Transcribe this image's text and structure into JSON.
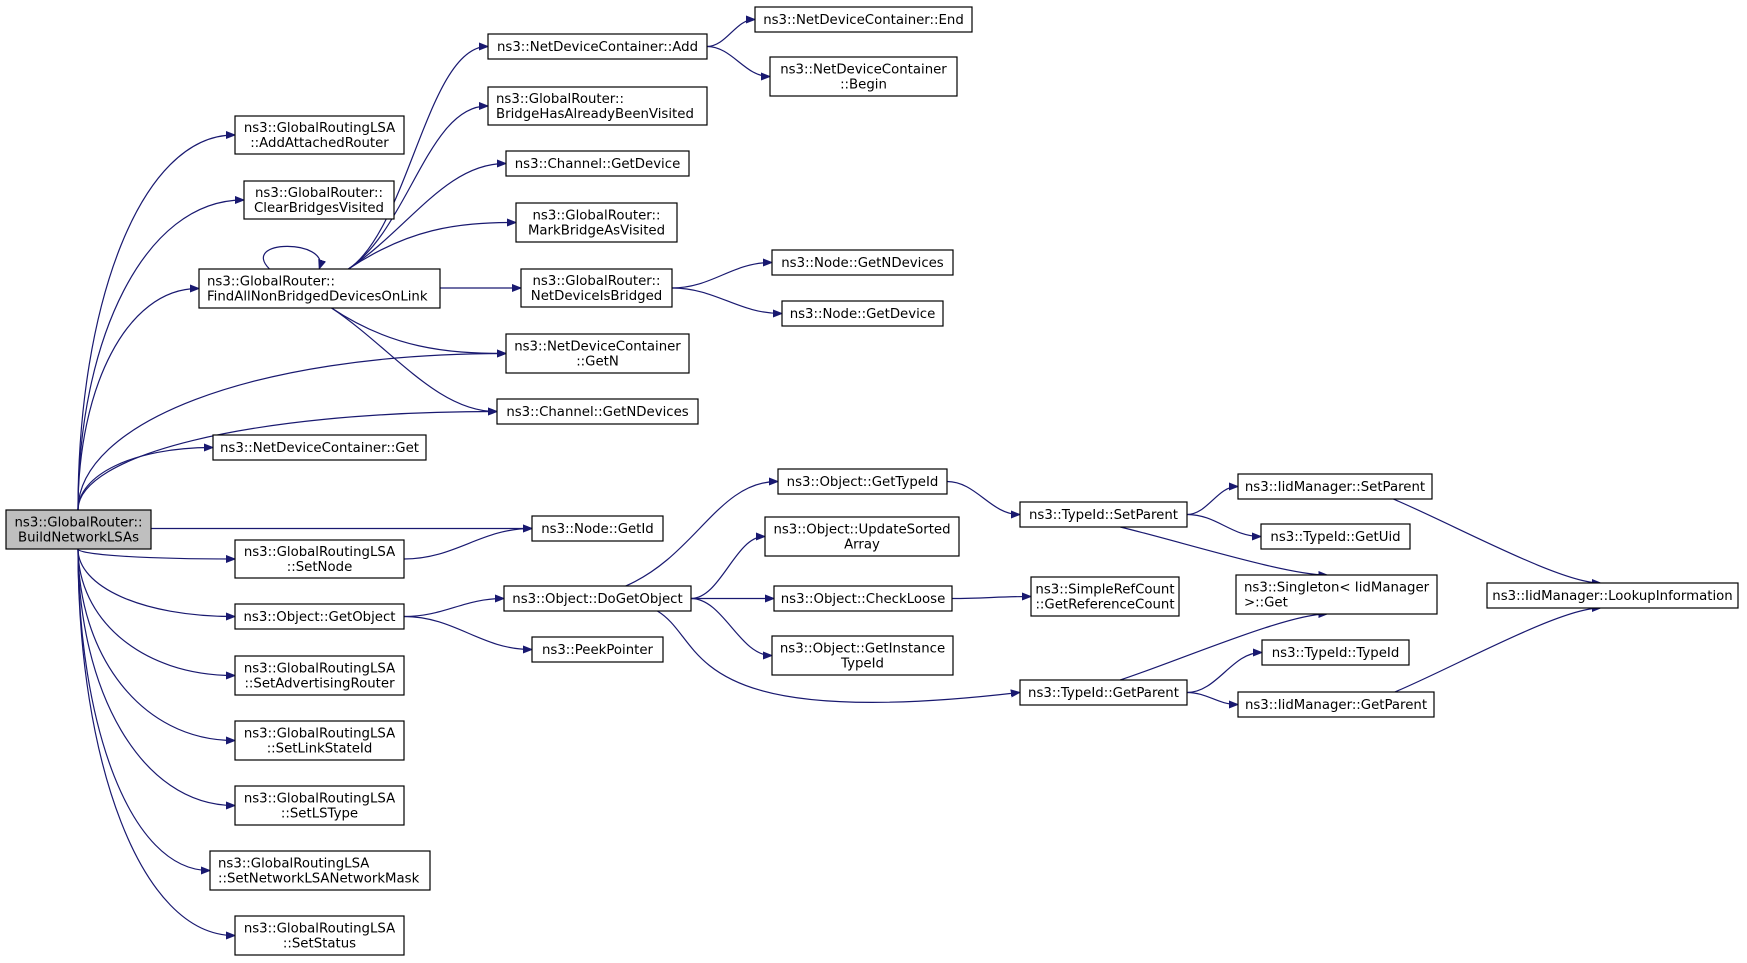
{
  "graph": {
    "colors": {
      "edge": "#191970",
      "node_fill": "#ffffff",
      "root_fill": "#bfbfbf",
      "border": "#000000"
    },
    "nodes": [
      {
        "id": "root",
        "lines": [
          "ns3::GlobalRouter::",
          "BuildNetworkLSAs"
        ],
        "root": true
      },
      {
        "id": "addAttachedRouter",
        "lines": [
          "ns3::GlobalRoutingLSA",
          "::AddAttachedRouter"
        ]
      },
      {
        "id": "clearBridgesVisited",
        "lines": [
          "ns3::GlobalRouter::",
          "ClearBridgesVisited"
        ]
      },
      {
        "id": "findAll",
        "lines": [
          "ns3::GlobalRouter::",
          "FindAllNonBridgedDevicesOnLink"
        ]
      },
      {
        "id": "ndcGet",
        "lines": [
          "ns3::NetDeviceContainer::Get"
        ]
      },
      {
        "id": "setNode",
        "lines": [
          "ns3::GlobalRoutingLSA",
          "::SetNode"
        ]
      },
      {
        "id": "getObject",
        "lines": [
          "ns3::Object::GetObject"
        ]
      },
      {
        "id": "setAdvRouter",
        "lines": [
          "ns3::GlobalRoutingLSA",
          "::SetAdvertisingRouter"
        ]
      },
      {
        "id": "setLinkStateId",
        "lines": [
          "ns3::GlobalRoutingLSA",
          "::SetLinkStateId"
        ]
      },
      {
        "id": "setLSType",
        "lines": [
          "ns3::GlobalRoutingLSA",
          "::SetLSType"
        ]
      },
      {
        "id": "setNetMask",
        "lines": [
          "ns3::GlobalRoutingLSA",
          "::SetNetworkLSANetworkMask"
        ]
      },
      {
        "id": "setStatus",
        "lines": [
          "ns3::GlobalRoutingLSA",
          "::SetStatus"
        ]
      },
      {
        "id": "ndcAdd",
        "lines": [
          "ns3::NetDeviceContainer::Add"
        ]
      },
      {
        "id": "bridgeVisited",
        "lines": [
          "ns3::GlobalRouter::",
          "BridgeHasAlreadyBeenVisited"
        ]
      },
      {
        "id": "chanGetDevice",
        "lines": [
          "ns3::Channel::GetDevice"
        ]
      },
      {
        "id": "markBridge",
        "lines": [
          "ns3::GlobalRouter::",
          "MarkBridgeAsVisited"
        ]
      },
      {
        "id": "netDevBridged",
        "lines": [
          "ns3::GlobalRouter::",
          "NetDeviceIsBridged"
        ]
      },
      {
        "id": "ndcGetN",
        "lines": [
          "ns3::NetDeviceContainer",
          "::GetN"
        ]
      },
      {
        "id": "chanGetNDevices",
        "lines": [
          "ns3::Channel::GetNDevices"
        ]
      },
      {
        "id": "nodeGetId",
        "lines": [
          "ns3::Node::GetId"
        ]
      },
      {
        "id": "doGetObject",
        "lines": [
          "ns3::Object::DoGetObject"
        ]
      },
      {
        "id": "peekPointer",
        "lines": [
          "ns3::PeekPointer"
        ]
      },
      {
        "id": "ndcEnd",
        "lines": [
          "ns3::NetDeviceContainer::End"
        ]
      },
      {
        "id": "ndcBegin",
        "lines": [
          "ns3::NetDeviceContainer",
          "::Begin"
        ]
      },
      {
        "id": "nodeGetNDevices",
        "lines": [
          "ns3::Node::GetNDevices"
        ]
      },
      {
        "id": "nodeGetDevice",
        "lines": [
          "ns3::Node::GetDevice"
        ]
      },
      {
        "id": "objGetTypeId",
        "lines": [
          "ns3::Object::GetTypeId"
        ]
      },
      {
        "id": "objUpdateSorted",
        "lines": [
          "ns3::Object::UpdateSorted",
          "Array"
        ]
      },
      {
        "id": "objCheckLoose",
        "lines": [
          "ns3::Object::CheckLoose"
        ]
      },
      {
        "id": "objGetInstance",
        "lines": [
          "ns3::Object::GetInstance",
          "TypeId"
        ]
      },
      {
        "id": "typeIdSetParent",
        "lines": [
          "ns3::TypeId::SetParent"
        ]
      },
      {
        "id": "typeIdGetParent",
        "lines": [
          "ns3::TypeId::GetParent"
        ]
      },
      {
        "id": "simpleRefCount",
        "lines": [
          "ns3::SimpleRefCount",
          "::GetReferenceCount"
        ]
      },
      {
        "id": "iidSetParent",
        "lines": [
          "ns3::IidManager::SetParent"
        ]
      },
      {
        "id": "typeIdGetUid",
        "lines": [
          "ns3::TypeId::GetUid"
        ]
      },
      {
        "id": "singletonGet",
        "lines": [
          "ns3::Singleton< IidManager",
          ">::Get"
        ]
      },
      {
        "id": "typeIdTypeId",
        "lines": [
          "ns3::TypeId::TypeId"
        ]
      },
      {
        "id": "iidGetParent",
        "lines": [
          "ns3::IidManager::GetParent"
        ]
      },
      {
        "id": "iidLookup",
        "lines": [
          "ns3::IidManager::LookupInformation"
        ]
      }
    ],
    "edges": [
      [
        "root",
        "addAttachedRouter"
      ],
      [
        "root",
        "clearBridgesVisited"
      ],
      [
        "root",
        "findAll"
      ],
      [
        "root",
        "ndcGetN"
      ],
      [
        "root",
        "chanGetNDevices"
      ],
      [
        "root",
        "ndcGet"
      ],
      [
        "root",
        "nodeGetId"
      ],
      [
        "root",
        "setNode"
      ],
      [
        "root",
        "getObject"
      ],
      [
        "root",
        "setAdvRouter"
      ],
      [
        "root",
        "setLinkStateId"
      ],
      [
        "root",
        "setLSType"
      ],
      [
        "root",
        "setNetMask"
      ],
      [
        "root",
        "setStatus"
      ],
      [
        "findAll",
        "findAll"
      ],
      [
        "findAll",
        "ndcAdd"
      ],
      [
        "findAll",
        "bridgeVisited"
      ],
      [
        "findAll",
        "chanGetDevice"
      ],
      [
        "findAll",
        "markBridge"
      ],
      [
        "findAll",
        "netDevBridged"
      ],
      [
        "findAll",
        "ndcGetN"
      ],
      [
        "findAll",
        "chanGetNDevices"
      ],
      [
        "ndcAdd",
        "ndcEnd"
      ],
      [
        "ndcAdd",
        "ndcBegin"
      ],
      [
        "netDevBridged",
        "nodeGetNDevices"
      ],
      [
        "netDevBridged",
        "nodeGetDevice"
      ],
      [
        "setNode",
        "nodeGetId"
      ],
      [
        "getObject",
        "doGetObject"
      ],
      [
        "getObject",
        "peekPointer"
      ],
      [
        "doGetObject",
        "objGetTypeId"
      ],
      [
        "doGetObject",
        "objUpdateSorted"
      ],
      [
        "doGetObject",
        "objCheckLoose"
      ],
      [
        "doGetObject",
        "objGetInstance"
      ],
      [
        "doGetObject",
        "typeIdGetParent"
      ],
      [
        "objGetTypeId",
        "typeIdSetParent"
      ],
      [
        "objCheckLoose",
        "simpleRefCount"
      ],
      [
        "typeIdSetParent",
        "iidSetParent"
      ],
      [
        "typeIdSetParent",
        "typeIdGetUid"
      ],
      [
        "typeIdSetParent",
        "singletonGet"
      ],
      [
        "typeIdGetParent",
        "singletonGet"
      ],
      [
        "typeIdGetParent",
        "typeIdTypeId"
      ],
      [
        "typeIdGetParent",
        "iidGetParent"
      ],
      [
        "iidSetParent",
        "iidLookup"
      ],
      [
        "iidGetParent",
        "iidLookup"
      ]
    ]
  }
}
